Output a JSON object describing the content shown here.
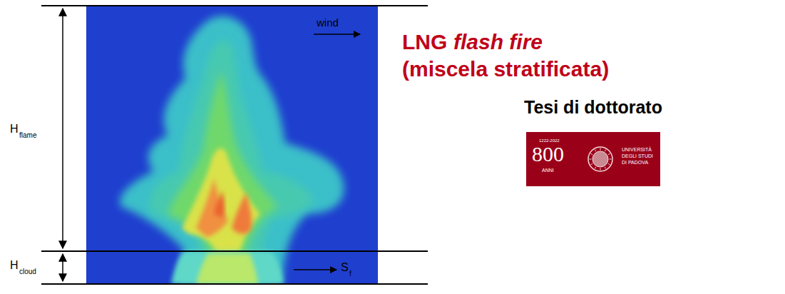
{
  "diagram": {
    "nodes": [
      {
        "text": [
          "1222-2022",
          "800",
          "ANNI",
          "UNIVERSITÀ DEGLI STUDI DI PADOVA"
        ]
      }
    ],
    "labels": [
      "H",
      "flame",
      "H",
      "cloud",
      "wind",
      "S",
      "f",
      "LNG",
      "flash fire",
      "(miscela stratificata)",
      "Tesi di dottorato"
    ]
  }
}
